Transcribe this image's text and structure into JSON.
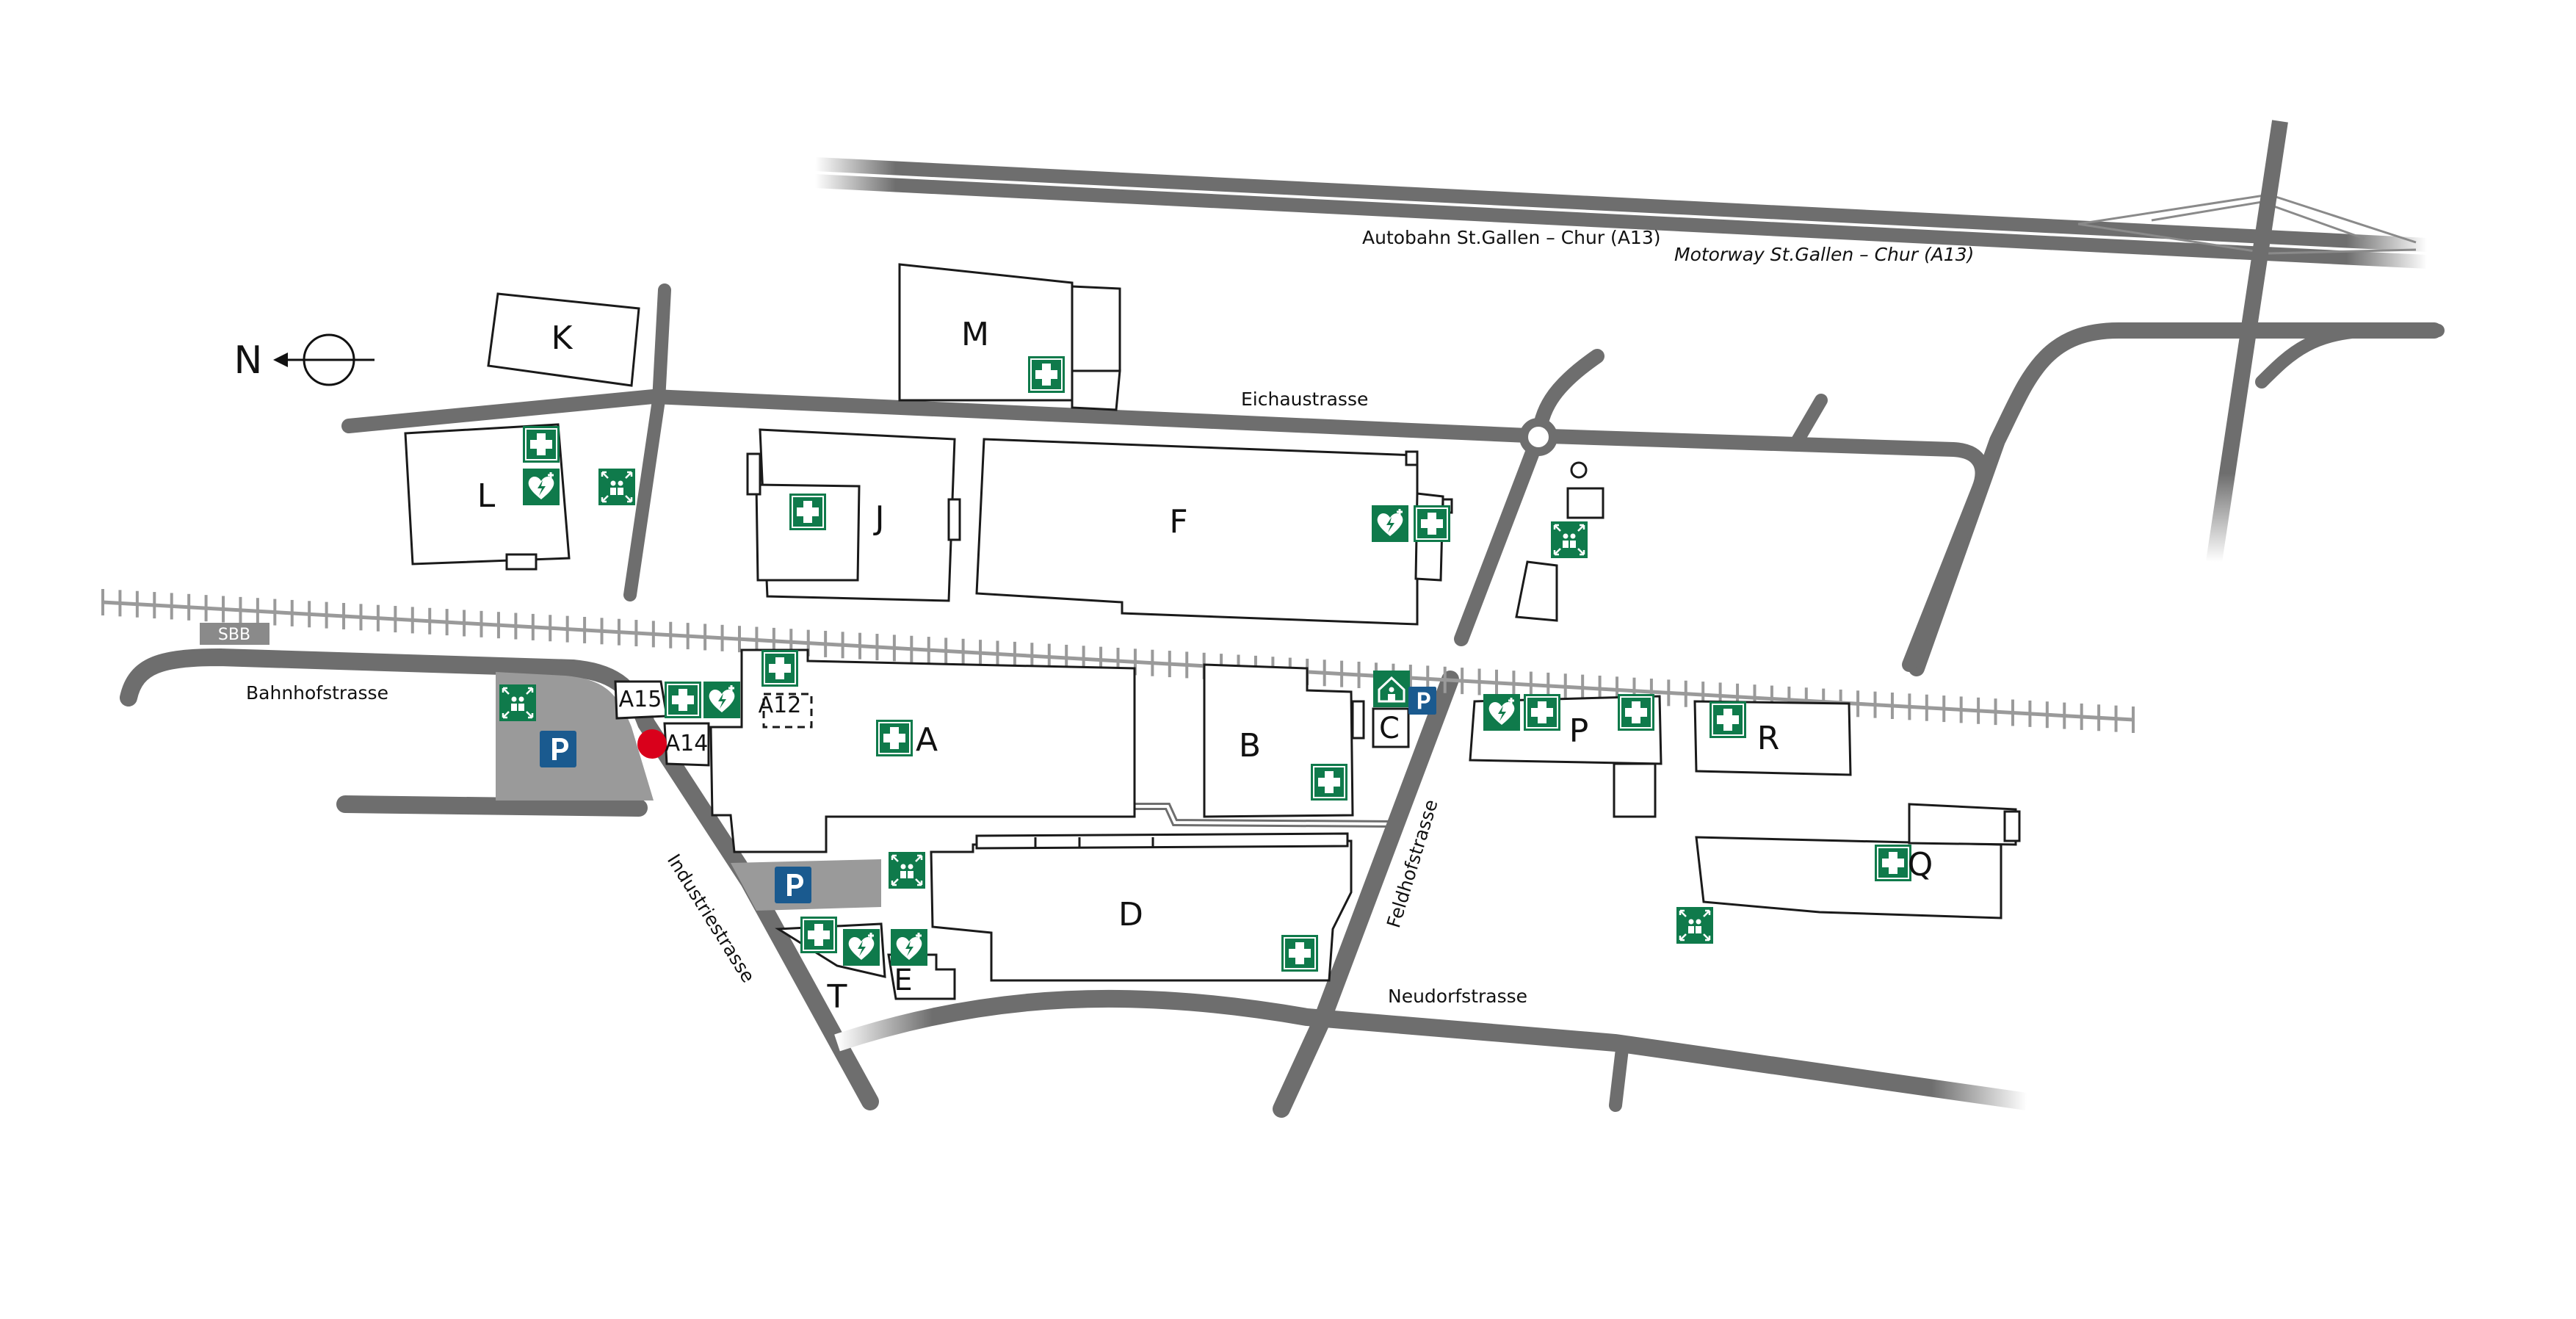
{
  "compass": {
    "label": "N"
  },
  "roads": {
    "autobahn": "Autobahn St.Gallen – Chur (A13)",
    "motorway": "Motorway St.Gallen – Chur (A13)",
    "eichaustrasse": "Eichaustrasse",
    "bahnhofstrasse": "Bahnhofstrasse",
    "industriestrasse": "Industriestrasse",
    "feldhofstrasse": "Feldhofstrasse",
    "neudorfstrasse": "Neudorfstrasse"
  },
  "railway": {
    "station_label": "SBB"
  },
  "buildings": {
    "A": "A",
    "B": "B",
    "C": "C",
    "D": "D",
    "E": "E",
    "F": "F",
    "J": "J",
    "K": "K",
    "L": "L",
    "M": "M",
    "P": "P",
    "Q": "Q",
    "R": "R",
    "T": "T"
  },
  "entrances": {
    "A15": "A15",
    "A14": "A14",
    "A12": "A12"
  },
  "parking": {
    "symbol": "P"
  },
  "colors": {
    "first_aid_green": "#0f7a4b",
    "parking_blue": "#1a5a8f",
    "location_red": "#d9001b",
    "road_gray": "#6e6e6e",
    "parking_area_gray": "#9a9a9a"
  },
  "icons": {
    "first_aid": "first-aid-cross-icon",
    "defibrillator": "defibrillator-heart-icon",
    "assembly_point": "assembly-point-icon",
    "shelter": "emergency-shelter-icon",
    "parking": "parking-icon",
    "location_marker": "you-are-here-marker"
  }
}
